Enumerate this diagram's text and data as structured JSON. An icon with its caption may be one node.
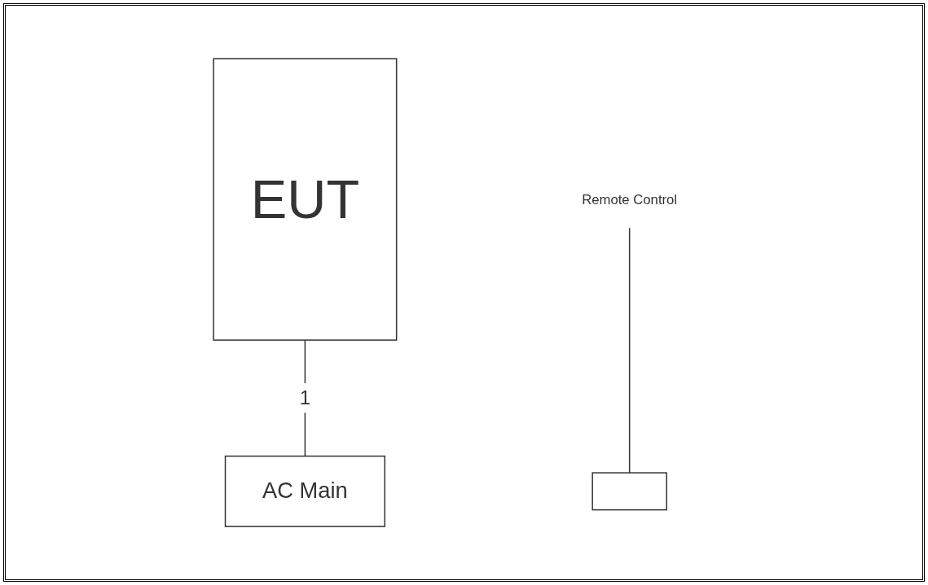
{
  "diagram": {
    "nodes": [
      {
        "text": [
          "EUT"
        ]
      },
      {
        "text": [
          "AC Main"
        ]
      },
      {
        "text": [
          "Remote Control"
        ]
      },
      {
        "text": [],
        "shape": "box"
      }
    ],
    "edges": [
      {
        "from": 0,
        "to": 1,
        "label": "1",
        "arrow": "none"
      },
      {
        "from": 2,
        "to": 3,
        "arrow": "none"
      }
    ]
  }
}
